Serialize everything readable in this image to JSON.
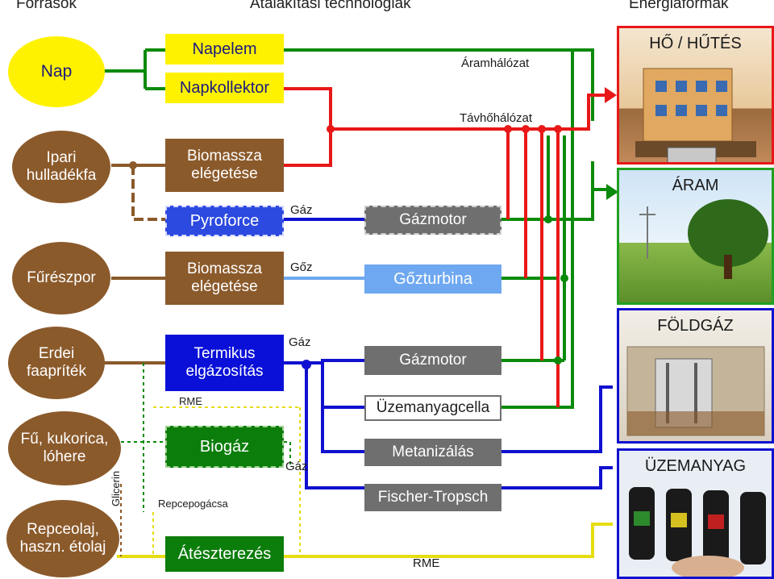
{
  "headers": {
    "sources": "Források",
    "tech": "Átalakítási technológiák",
    "energy": "Energiaformák"
  },
  "sources": {
    "nap": "Nap",
    "ipari": "Ipari hulladékfa",
    "fureszpor": "Fűrészpor",
    "erdei": "Erdei faapríték",
    "fu": "Fű, kukorica, lóhere",
    "repce": "Repceolaj, haszn. étolaj"
  },
  "tech": {
    "napelem": "Napelem",
    "napkollektor": "Napkollektor",
    "biomassza1": "Biomassza elégetése",
    "pyroforce": "Pyroforce",
    "biomassza2": "Biomassza elégetése",
    "termikus": "Termikus elgázosítás",
    "biogaz": "Biogáz",
    "atesz": "Átészterezés"
  },
  "conversion": {
    "gazmotor1": "Gázmotor",
    "gozturbina": "Gőzturbina",
    "gazmotor2": "Gázmotor",
    "uzemanyagcella": "Üzemanyagcella",
    "metanizalas": "Metanizálás",
    "fischer": "Fischer-Tropsch"
  },
  "line_labels": {
    "aramhalozat": "Áramhálózat",
    "tavhohalozat": "Távhőhálózat",
    "gaz1": "Gáz",
    "goz": "Gőz",
    "gaz2": "Gáz",
    "rme1": "RME",
    "gaz3": "Gáz",
    "repcepogacsa": "Repcepogácsa",
    "glicerin": "Glicerin",
    "rme2": "RME"
  },
  "outputs": {
    "ho": "HŐ / HŰTÉS",
    "aram": "ÁRAM",
    "foldgaz": "FÖLDGÁZ",
    "uzemanyag": "ÜZEMANYAG"
  },
  "colors": {
    "red": "#E81818",
    "green": "#0B8A0B",
    "blue": "#1010D0",
    "lightblue": "#6EA8F0",
    "yellow": "#E6DC10",
    "brown": "#8B5A2B",
    "gray": "#6F6F6F"
  }
}
